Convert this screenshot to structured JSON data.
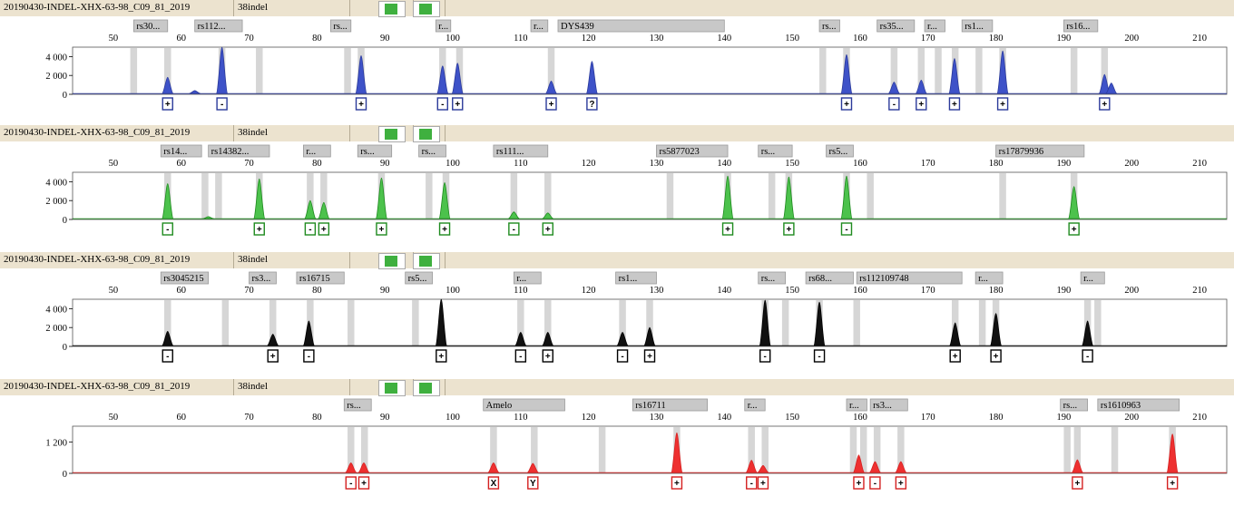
{
  "panels": [
    {
      "sample": "20190430-INDEL-XHX-63-98_C09_81_2019",
      "panel_name": "38indel",
      "color": "#2b3a9a",
      "fill": "#3e52c8",
      "ymax": 5000,
      "yticks": [
        0,
        2000,
        4000
      ],
      "ytick_labels": [
        "0",
        "2 000",
        "4 000"
      ],
      "bins": [
        [
          52.5,
          53.5
        ],
        [
          57.5,
          58.5
        ],
        [
          65.5,
          66.5
        ],
        [
          71,
          72
        ],
        [
          84,
          85
        ],
        [
          86,
          87
        ],
        [
          98,
          99
        ],
        [
          100.5,
          101.5
        ],
        [
          114,
          115
        ],
        [
          154,
          155
        ],
        [
          157.5,
          158.5
        ],
        [
          164.5,
          165.5
        ],
        [
          168.5,
          169.5
        ],
        [
          171,
          172
        ],
        [
          173.5,
          174.5
        ],
        [
          177,
          178
        ],
        [
          180.5,
          181.5
        ],
        [
          191,
          192
        ],
        [
          195.5,
          196.5
        ]
      ],
      "peaks": [
        [
          58,
          1800
        ],
        [
          62,
          400
        ],
        [
          66,
          5000
        ],
        [
          86.5,
          4100
        ],
        [
          98.5,
          3000
        ],
        [
          100.7,
          3300
        ],
        [
          114.5,
          1400
        ],
        [
          120.5,
          3500
        ],
        [
          158,
          4200
        ],
        [
          165,
          1300
        ],
        [
          169,
          1500
        ],
        [
          173.9,
          3800
        ],
        [
          181,
          4600
        ],
        [
          196,
          2100
        ],
        [
          197,
          1200
        ]
      ],
      "markers": [
        {
          "label": "rs30...",
          "start": 53,
          "end": 58
        },
        {
          "label": "rs112...",
          "start": 62,
          "end": 69
        },
        {
          "label": "rs...",
          "start": 82,
          "end": 85
        },
        {
          "label": "r...",
          "start": 97.5,
          "end": 99.7
        },
        {
          "label": "r...",
          "start": 111.5,
          "end": 114
        },
        {
          "label": "DYS439",
          "start": 115.5,
          "end": 140
        },
        {
          "label": "rs...",
          "start": 154,
          "end": 157
        },
        {
          "label": "rs35...",
          "start": 162.5,
          "end": 168
        },
        {
          "label": "r...",
          "start": 169.5,
          "end": 172.5
        },
        {
          "label": "rs1...",
          "start": 175,
          "end": 179.5
        },
        {
          "label": "rs16...",
          "start": 190,
          "end": 195
        }
      ],
      "calls": [
        {
          "x": 58,
          "label": "+"
        },
        {
          "x": 66,
          "label": "-"
        },
        {
          "x": 86.5,
          "label": "+"
        },
        {
          "x": 98.5,
          "label": "-"
        },
        {
          "x": 100.7,
          "label": "+"
        },
        {
          "x": 114.5,
          "label": "+"
        },
        {
          "x": 120.5,
          "label": "?"
        },
        {
          "x": 158,
          "label": "+"
        },
        {
          "x": 165,
          "label": "-"
        },
        {
          "x": 169,
          "label": "+"
        },
        {
          "x": 173.9,
          "label": "+"
        },
        {
          "x": 181,
          "label": "+"
        },
        {
          "x": 196,
          "label": "+"
        }
      ]
    },
    {
      "sample": "20190430-INDEL-XHX-63-98_C09_81_2019",
      "panel_name": "38indel",
      "color": "#1e8a1e",
      "fill": "#4cc24c",
      "ymax": 5000,
      "yticks": [
        0,
        2000,
        4000
      ],
      "ytick_labels": [
        "0",
        "2 000",
        "4 000"
      ],
      "bins": [
        [
          57.5,
          58.5
        ],
        [
          63,
          64
        ],
        [
          65,
          66
        ],
        [
          71,
          72
        ],
        [
          78.5,
          79.5
        ],
        [
          80.5,
          81.5
        ],
        [
          89,
          90
        ],
        [
          96,
          97
        ],
        [
          98.5,
          99.5
        ],
        [
          108.5,
          109.5
        ],
        [
          113.5,
          114.5
        ],
        [
          131.5,
          132.5
        ],
        [
          140,
          141
        ],
        [
          146.5,
          147.5
        ],
        [
          149,
          150
        ],
        [
          157.5,
          158.5
        ],
        [
          161,
          162
        ],
        [
          180.5,
          181.5
        ],
        [
          191,
          192
        ]
      ],
      "peaks": [
        [
          58,
          3800
        ],
        [
          64,
          300
        ],
        [
          71.5,
          4300
        ],
        [
          79,
          2000
        ],
        [
          81,
          1800
        ],
        [
          89.5,
          4400
        ],
        [
          98.8,
          3900
        ],
        [
          109,
          800
        ],
        [
          114,
          700
        ],
        [
          140.5,
          4600
        ],
        [
          149.5,
          4500
        ],
        [
          158,
          4600
        ],
        [
          191.5,
          3500
        ]
      ],
      "markers": [
        {
          "label": "rs14...",
          "start": 57,
          "end": 63
        },
        {
          "label": "rs14382...",
          "start": 64,
          "end": 73
        },
        {
          "label": "r...",
          "start": 78,
          "end": 82
        },
        {
          "label": "rs...",
          "start": 86,
          "end": 91
        },
        {
          "label": "rs...",
          "start": 95,
          "end": 99
        },
        {
          "label": "rs111...",
          "start": 106,
          "end": 114
        },
        {
          "label": "rs5877023",
          "start": 130,
          "end": 140.5
        },
        {
          "label": "rs...",
          "start": 145,
          "end": 150
        },
        {
          "label": "rs5...",
          "start": 155,
          "end": 159
        },
        {
          "label": "rs17879936",
          "start": 180,
          "end": 193
        }
      ],
      "calls": [
        {
          "x": 58,
          "label": "-"
        },
        {
          "x": 71.5,
          "label": "+"
        },
        {
          "x": 79,
          "label": "-"
        },
        {
          "x": 81,
          "label": "+"
        },
        {
          "x": 89.5,
          "label": "+"
        },
        {
          "x": 98.8,
          "label": "+"
        },
        {
          "x": 109,
          "label": "-"
        },
        {
          "x": 114,
          "label": "+"
        },
        {
          "x": 140.5,
          "label": "+"
        },
        {
          "x": 149.5,
          "label": "+"
        },
        {
          "x": 158,
          "label": "-"
        },
        {
          "x": 191.5,
          "label": "+"
        }
      ]
    },
    {
      "sample": "20190430-INDEL-XHX-63-98_C09_81_2019",
      "panel_name": "38indel",
      "color": "#000000",
      "fill": "#111111",
      "ymax": 5000,
      "yticks": [
        0,
        2000,
        4000
      ],
      "ytick_labels": [
        "0",
        "2 000",
        "4 000"
      ],
      "bins": [
        [
          57.5,
          58.5
        ],
        [
          66,
          67
        ],
        [
          73,
          74
        ],
        [
          78.5,
          79.5
        ],
        [
          84.5,
          85.5
        ],
        [
          94,
          95
        ],
        [
          109.5,
          110.5
        ],
        [
          113.5,
          114.5
        ],
        [
          124.5,
          125.5
        ],
        [
          128.5,
          129.5
        ],
        [
          145.5,
          146.5
        ],
        [
          148.5,
          149.5
        ],
        [
          153.5,
          154.5
        ],
        [
          159,
          160
        ],
        [
          173.5,
          174.5
        ],
        [
          177.5,
          178.5
        ],
        [
          179.5,
          180.5
        ],
        [
          193,
          194
        ],
        [
          194.5,
          195.5
        ]
      ],
      "peaks": [
        [
          58,
          1600
        ],
        [
          73.5,
          1300
        ],
        [
          78.8,
          2700
        ],
        [
          98.3,
          5000
        ],
        [
          110,
          1500
        ],
        [
          114,
          1500
        ],
        [
          125,
          1500
        ],
        [
          129,
          2000
        ],
        [
          146,
          4900
        ],
        [
          154,
          4700
        ],
        [
          174,
          2500
        ],
        [
          180,
          3500
        ],
        [
          193.5,
          2700
        ]
      ],
      "markers": [
        {
          "label": "rs3045215",
          "start": 57,
          "end": 64
        },
        {
          "label": "rs3...",
          "start": 70,
          "end": 74
        },
        {
          "label": "rs16715",
          "start": 77,
          "end": 84
        },
        {
          "label": "rs5...",
          "start": 93,
          "end": 97
        },
        {
          "label": "r...",
          "start": 109,
          "end": 113
        },
        {
          "label": "rs1...",
          "start": 124,
          "end": 130
        },
        {
          "label": "rs...",
          "start": 145,
          "end": 149
        },
        {
          "label": "rs68...",
          "start": 152,
          "end": 159
        },
        {
          "label": "rs112109748",
          "start": 159.5,
          "end": 175
        },
        {
          "label": "r...",
          "start": 177,
          "end": 181
        },
        {
          "label": "r...",
          "start": 192.5,
          "end": 196
        }
      ],
      "calls": [
        {
          "x": 58,
          "label": "-"
        },
        {
          "x": 73.5,
          "label": "+"
        },
        {
          "x": 78.8,
          "label": "-"
        },
        {
          "x": 98.3,
          "label": "+"
        },
        {
          "x": 110,
          "label": "-"
        },
        {
          "x": 114,
          "label": "+"
        },
        {
          "x": 125,
          "label": "-"
        },
        {
          "x": 129,
          "label": "+"
        },
        {
          "x": 146,
          "label": "-"
        },
        {
          "x": 154,
          "label": "-"
        },
        {
          "x": 174,
          "label": "+"
        },
        {
          "x": 180,
          "label": "+"
        },
        {
          "x": 193.5,
          "label": "-"
        }
      ]
    },
    {
      "sample": "20190430-INDEL-XHX-63-98_C09_81_2019",
      "panel_name": "38indel",
      "color": "#d42020",
      "fill": "#ee3030",
      "ymax": 1800,
      "yticks": [
        0,
        1200
      ],
      "ytick_labels": [
        "0",
        "1 200"
      ],
      "bins": [
        [
          84.5,
          85.5
        ],
        [
          86.5,
          87.5
        ],
        [
          105.5,
          106.5
        ],
        [
          111.5,
          112.5
        ],
        [
          121.5,
          122.5
        ],
        [
          132.5,
          133.5
        ],
        [
          143.5,
          144.5
        ],
        [
          145.5,
          146.5
        ],
        [
          158.5,
          159.5
        ],
        [
          160,
          161
        ],
        [
          162,
          163
        ],
        [
          165.5,
          166.5
        ],
        [
          190,
          191
        ],
        [
          191.5,
          192.5
        ],
        [
          197,
          198
        ],
        [
          205.5,
          206.5
        ]
      ],
      "peaks": [
        [
          85,
          400
        ],
        [
          86.9,
          400
        ],
        [
          106,
          400
        ],
        [
          111.8,
          380
        ],
        [
          133,
          1550
        ],
        [
          144,
          500
        ],
        [
          145.7,
          300
        ],
        [
          159.8,
          700
        ],
        [
          162.2,
          450
        ],
        [
          166,
          450
        ],
        [
          192,
          520
        ],
        [
          206,
          1500
        ]
      ],
      "markers": [
        {
          "label": "rs...",
          "start": 84,
          "end": 88
        },
        {
          "label": "Amelo",
          "start": 104.5,
          "end": 116.5
        },
        {
          "label": "rs16711",
          "start": 126.5,
          "end": 137.5
        },
        {
          "label": "r...",
          "start": 143,
          "end": 146
        },
        {
          "label": "r...",
          "start": 158,
          "end": 161
        },
        {
          "label": "rs3...",
          "start": 161.5,
          "end": 167
        },
        {
          "label": "rs...",
          "start": 189.5,
          "end": 193.5
        },
        {
          "label": "rs1610963",
          "start": 195,
          "end": 207
        }
      ],
      "calls": [
        {
          "x": 85,
          "label": "-"
        },
        {
          "x": 86.9,
          "label": "+"
        },
        {
          "x": 106,
          "label": "X"
        },
        {
          "x": 111.8,
          "label": "Y"
        },
        {
          "x": 133,
          "label": "+"
        },
        {
          "x": 144,
          "label": "-"
        },
        {
          "x": 145.7,
          "label": "+"
        },
        {
          "x": 159.8,
          "label": "+"
        },
        {
          "x": 162.2,
          "label": "-"
        },
        {
          "x": 166,
          "label": "+"
        },
        {
          "x": 192,
          "label": "+"
        },
        {
          "x": 206,
          "label": "+"
        }
      ]
    }
  ],
  "x_ticks": [
    50,
    60,
    70,
    80,
    90,
    100,
    110,
    120,
    130,
    140,
    150,
    160,
    170,
    180,
    190,
    200,
    210
  ],
  "chart_data": {
    "type": "line",
    "x_range": [
      44,
      214
    ],
    "xlabel": "",
    "ylabel": "",
    "panels": [
      {
        "color": "blue",
        "ylim": [
          0,
          5000
        ]
      },
      {
        "color": "green",
        "ylim": [
          0,
          5000
        ]
      },
      {
        "color": "black",
        "ylim": [
          0,
          5000
        ]
      },
      {
        "color": "red",
        "ylim": [
          0,
          1800
        ]
      }
    ]
  }
}
